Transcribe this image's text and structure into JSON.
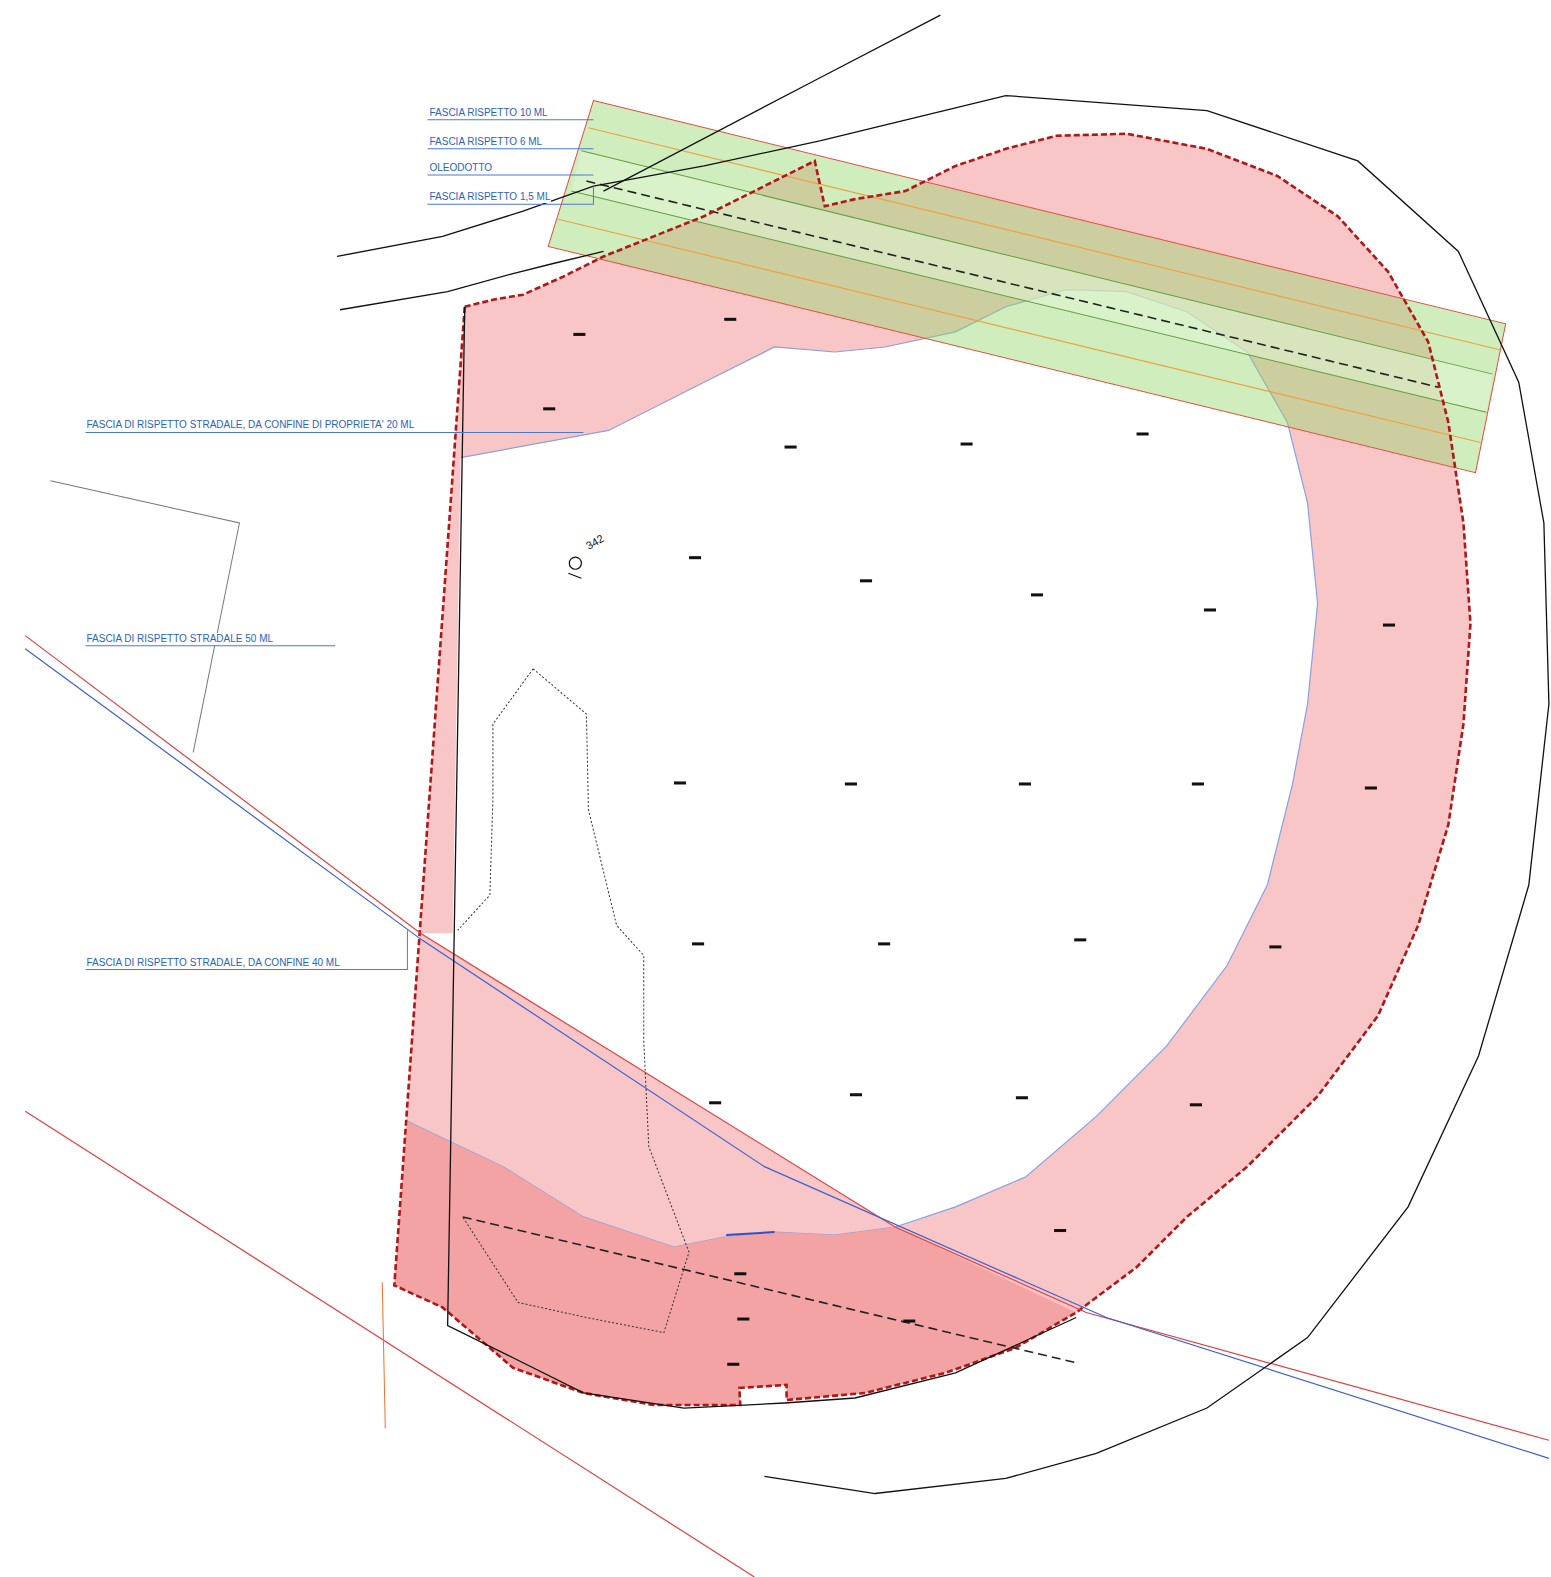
{
  "diagram": {
    "labels": [
      "FASCIA RISPETTO 10 ML",
      "FASCIA RISPETTO 6 ML",
      "OLEODOTTO",
      "FASCIA RISPETTO 1,5 ML",
      "FASCIA DI RISPETTO STRADALE, DA CONFINE DI PROPRIETA' 20 ML",
      "FASCIA DI RISPETTO STRADALE 50 ML",
      "FASCIA DI RISPETTO STRADALE, DA CONFINE 40 ML",
      "342"
    ]
  }
}
